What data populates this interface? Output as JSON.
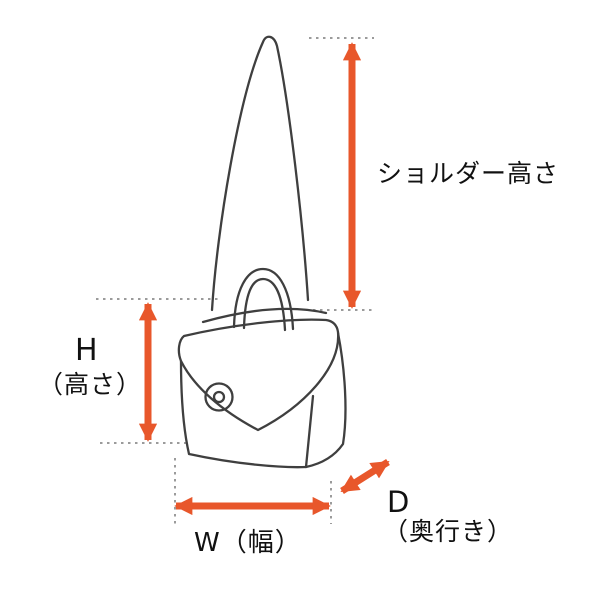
{
  "labels": {
    "shoulder_height": "ショルダー高さ",
    "height_abbr": "H",
    "height_full": "（高さ）",
    "width": "W（幅）",
    "depth_abbr": "D",
    "depth_full": "（奥行き）"
  },
  "colors": {
    "arrow": "#e8572b",
    "line_art": "#3f3f3f",
    "guide_dots": "#9b9b9b",
    "text": "#111111",
    "background": "#ffffff"
  }
}
